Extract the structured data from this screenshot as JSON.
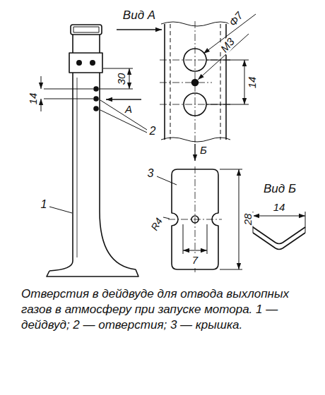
{
  "diagram": {
    "caption": "Отверстия в дейдвуде для отвода выхлопных газов в атмосферу при запуске мотора. 1 — дейдвуд; 2 — отверстия; 3 — крышка.",
    "labels": [
      "Вид А",
      "14",
      "30",
      "А",
      "1",
      "2",
      "Φ7",
      "М3",
      "14",
      "Б",
      "3",
      "R4",
      "7",
      "28",
      "Вид Б",
      "14"
    ]
  }
}
